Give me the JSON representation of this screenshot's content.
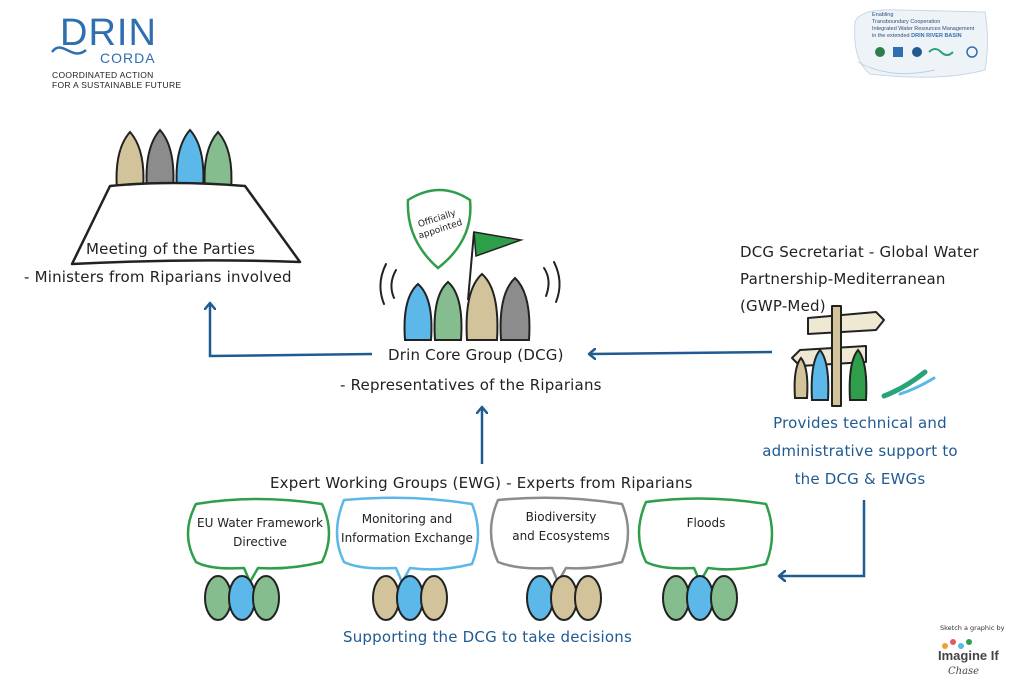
{
  "logo": {
    "drin": "DRIN",
    "corda": "CORDA",
    "tagline_1": "COORDINATED ACTION",
    "tagline_2": "FOR A SUSTAINABLE FUTURE"
  },
  "project_logo": {
    "line_1": "Enabling",
    "line_2": "Transboundary Cooperation",
    "line_3": "Integrated Water Resources Management",
    "line_4": "in the extended",
    "basin": "DRIN RIVER BASIN"
  },
  "mop": {
    "title": "Meeting of the Parties",
    "subtitle": "- Ministers from Riparians involved"
  },
  "dcg": {
    "badge_1": "Officially",
    "badge_2": "appointed",
    "title": "Drin Core Group (DCG)",
    "subtitle": "- Representatives of the Riparians"
  },
  "secretariat": {
    "line_1": "DCG Secretariat - Global Water",
    "line_2": "Partnership-Mediterranean",
    "line_3": "(GWP-Med)",
    "support_1": "Provides technical and",
    "support_2": "administrative support to",
    "support_3": "the DCG & EWGs"
  },
  "ewg": {
    "title": "Expert Working Groups (EWG) - Experts from Riparians",
    "groups": [
      {
        "line_1": "EU Water Framework",
        "line_2": "Directive",
        "color": "#2e9e4a"
      },
      {
        "line_1": "Monitoring and",
        "line_2": "Information Exchange",
        "color": "#3aa7e0"
      },
      {
        "line_1": "Biodiversity",
        "line_2": "and Ecosystems",
        "color": "#8c8c8c"
      },
      {
        "line_1": "Floods",
        "line_2": "",
        "color": "#2e9e4a"
      }
    ],
    "footer": "Supporting the DCG to take decisions"
  },
  "credit": {
    "line_1": "Sketch a graphic by",
    "brand": "Imagine If",
    "signature": "Chase"
  },
  "colors": {
    "arrow": "#1f5a91",
    "green": "#2e9e4a",
    "light_green": "#86bd8e",
    "blue": "#5bb8e8",
    "tan": "#d2c39b",
    "grey": "#8c8c8c"
  }
}
